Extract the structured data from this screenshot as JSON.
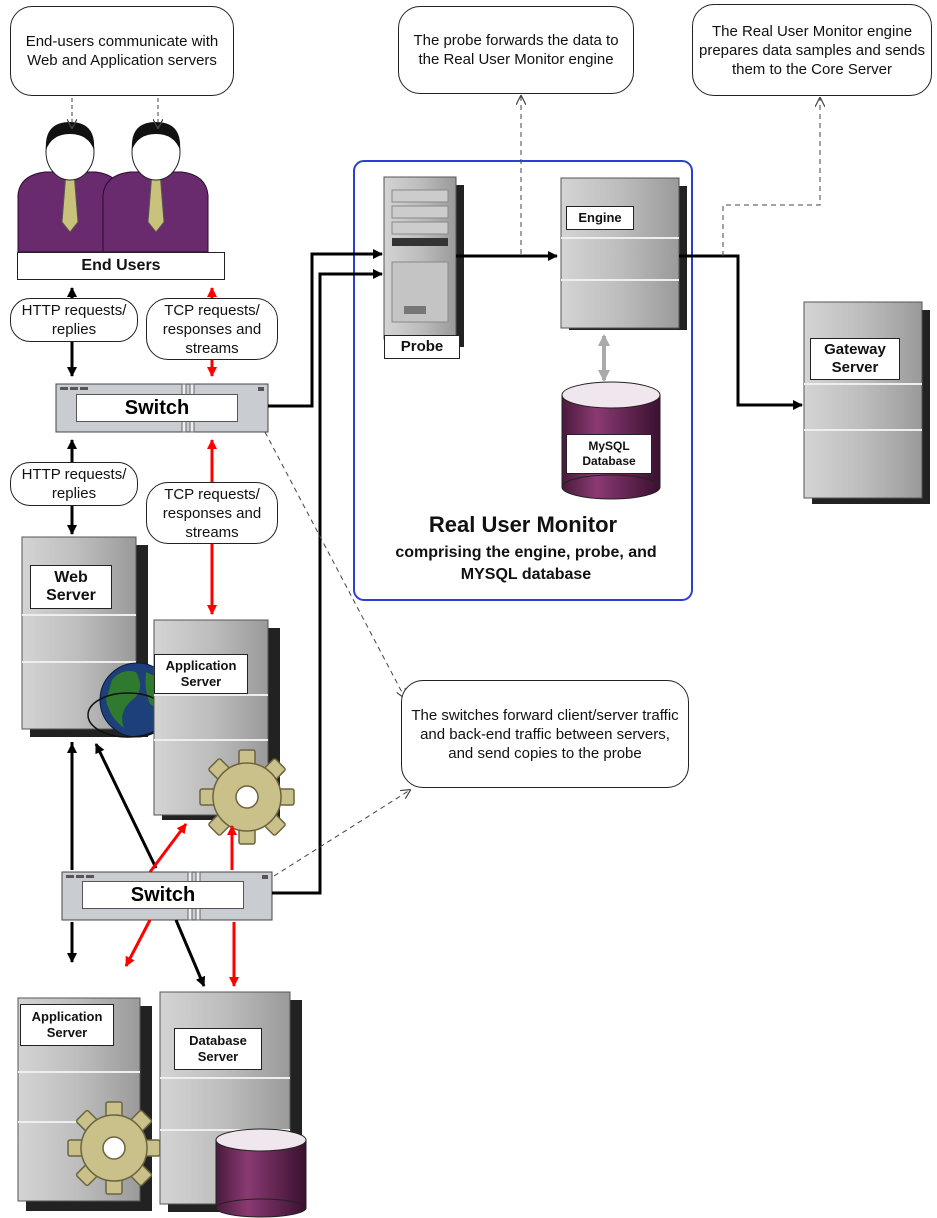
{
  "callouts": {
    "end_users_note": "End-users communicate with Web and Application servers",
    "probe_note": "The probe forwards the data to the Real User Monitor engine",
    "engine_note": "The Real User Monitor engine prepares data samples and sends them to the Core Server",
    "switch_note": "The switches forward client/server traffic and back-end traffic between servers,  and send copies to the probe"
  },
  "labels": {
    "end_users": "End Users",
    "http_top": "HTTP requests/ replies",
    "tcp_top": "TCP requests/ responses and streams",
    "switch_top": "Switch",
    "http_mid": "HTTP requests/ replies",
    "tcp_mid": "TCP requests/ responses and streams",
    "web_server": "Web Server",
    "app_server_mid": "Application Server",
    "switch_bottom": "Switch",
    "app_server_bottom": "Application Server",
    "db_server": "Database Server",
    "probe": "Probe",
    "engine": "Engine",
    "mysql": "MySQL Database",
    "gateway": "Gateway Server"
  },
  "rum": {
    "title": "Real User Monitor",
    "subtitle": "comprising the engine, probe, and MYSQL database"
  },
  "colors": {
    "http_arrow": "#000000",
    "tcp_arrow": "#ff0000",
    "rum_border": "#2b3fd6",
    "server_gray": "#b8b8b8",
    "user_shirt": "#6a2a6e",
    "tie": "#c8c27a",
    "gear": "#c9c08a",
    "db_cylinder": "#6e2a58",
    "globe_sea": "#1d3f7a",
    "globe_land": "#2f7a2f"
  }
}
